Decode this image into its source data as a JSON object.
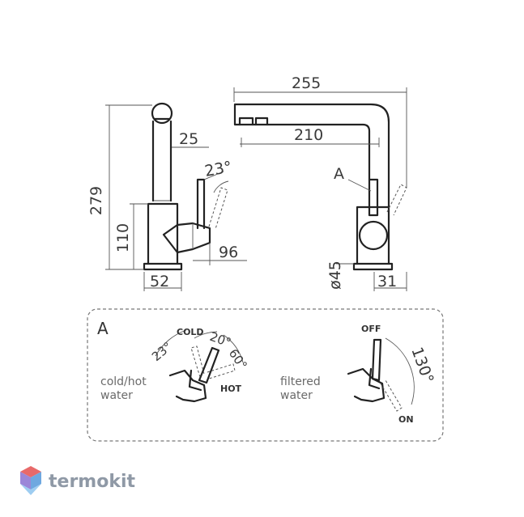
{
  "dimensions": {
    "height_total": "279",
    "spout_length": "255",
    "spout_reach": "210",
    "spout_tube": "25",
    "lever_angle": "23°",
    "base_height": "110",
    "lever_offset": "96",
    "base_width": "52",
    "base_diameter": "ø45",
    "side_offset": "31"
  },
  "detail_marker": "A",
  "panel": {
    "letter": "A",
    "left": {
      "caption_line1": "cold/hot",
      "caption_line2": "water",
      "cold_label": "COLD",
      "hot_label": "HOT",
      "angle_23": "23°",
      "angle_20": "20°",
      "angle_60": "60°"
    },
    "right": {
      "caption_line1": "filtered",
      "caption_line2": "water",
      "off_label": "OFF",
      "on_label": "ON",
      "angle_130": "130°"
    }
  },
  "brand": {
    "name": "termokit",
    "logo_colors": [
      "#e86a6a",
      "#6fa8e0",
      "#9b87d8"
    ]
  }
}
